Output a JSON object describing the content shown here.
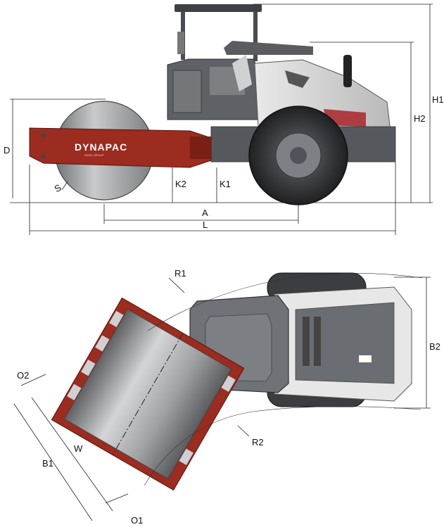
{
  "colors": {
    "frame_red": "#9c2b20",
    "frame_red_dark": "#6e1a12",
    "drum_grey": "#8e9092",
    "body_grey": "#6a6d71",
    "body_dark": "#4a4c50",
    "cab_white": "#f1f1f1",
    "tyre_dark": "#2a2b2d"
  },
  "side_view": {
    "brand": "DYNAPAC",
    "brand_sub": "FAYAT GROUP",
    "labels": {
      "H1": "H1",
      "H2": "H2",
      "D": "D",
      "S": "S",
      "K1": "K1",
      "K2": "K2",
      "A": "A",
      "L": "L"
    }
  },
  "top_view": {
    "labels": {
      "R1": "R1",
      "R2": "R2",
      "B1": "B1",
      "B2": "B2",
      "W": "W",
      "O1": "O1",
      "O2": "O2"
    }
  }
}
